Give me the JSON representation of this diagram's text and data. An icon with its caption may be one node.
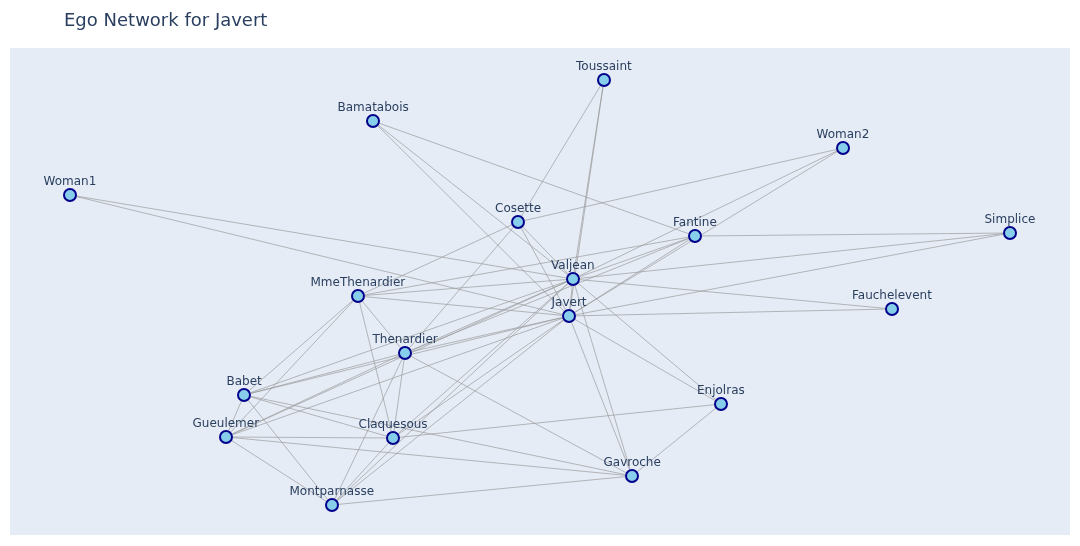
{
  "diagram": {
    "title": "Ego Network for Javert",
    "nodes": [
      {
        "text": [
          "Toussaint"
        ]
      },
      {
        "text": [
          "Bamatabois"
        ]
      },
      {
        "text": [
          "Woman2"
        ]
      },
      {
        "text": [
          "Woman1"
        ]
      },
      {
        "text": [
          "Cosette"
        ]
      },
      {
        "text": [
          "Fantine"
        ]
      },
      {
        "text": [
          "Simplice"
        ]
      },
      {
        "text": [
          "Valjean"
        ]
      },
      {
        "text": [
          "MmeThenardier"
        ]
      },
      {
        "text": [
          "Javert"
        ]
      },
      {
        "text": [
          "Fauchelevent"
        ]
      },
      {
        "text": [
          "Thenardier"
        ]
      },
      {
        "text": [
          "Babet"
        ]
      },
      {
        "text": [
          "Enjolras"
        ]
      },
      {
        "text": [
          "Gueulemer"
        ]
      },
      {
        "text": [
          "Claquesous"
        ]
      },
      {
        "text": [
          "Gavroche"
        ]
      },
      {
        "text": [
          "Montparnasse"
        ]
      }
    ],
    "edges": [
      {
        "from": 0,
        "to": 4,
        "arrow": "none"
      },
      {
        "from": 0,
        "to": 7,
        "arrow": "none"
      },
      {
        "from": 0,
        "to": 9,
        "arrow": "none"
      },
      {
        "from": 1,
        "to": 5,
        "arrow": "none"
      },
      {
        "from": 1,
        "to": 7,
        "arrow": "none"
      },
      {
        "from": 1,
        "to": 9,
        "arrow": "none"
      },
      {
        "from": 2,
        "to": 4,
        "arrow": "none"
      },
      {
        "from": 2,
        "to": 7,
        "arrow": "none"
      },
      {
        "from": 2,
        "to": 9,
        "arrow": "none"
      },
      {
        "from": 3,
        "to": 7,
        "arrow": "none"
      },
      {
        "from": 3,
        "to": 9,
        "arrow": "none"
      },
      {
        "from": 4,
        "to": 7,
        "arrow": "none"
      },
      {
        "from": 4,
        "to": 9,
        "arrow": "none"
      },
      {
        "from": 4,
        "to": 8,
        "arrow": "none"
      },
      {
        "from": 4,
        "to": 11,
        "arrow": "none"
      },
      {
        "from": 5,
        "to": 6,
        "arrow": "none"
      },
      {
        "from": 5,
        "to": 7,
        "arrow": "none"
      },
      {
        "from": 5,
        "to": 9,
        "arrow": "none"
      },
      {
        "from": 5,
        "to": 8,
        "arrow": "none"
      },
      {
        "from": 5,
        "to": 11,
        "arrow": "none"
      },
      {
        "from": 6,
        "to": 7,
        "arrow": "none"
      },
      {
        "from": 6,
        "to": 9,
        "arrow": "none"
      },
      {
        "from": 7,
        "to": 9,
        "arrow": "none"
      },
      {
        "from": 7,
        "to": 8,
        "arrow": "none"
      },
      {
        "from": 7,
        "to": 10,
        "arrow": "none"
      },
      {
        "from": 7,
        "to": 11,
        "arrow": "none"
      },
      {
        "from": 7,
        "to": 12,
        "arrow": "none"
      },
      {
        "from": 7,
        "to": 14,
        "arrow": "none"
      },
      {
        "from": 7,
        "to": 15,
        "arrow": "none"
      },
      {
        "from": 7,
        "to": 17,
        "arrow": "none"
      },
      {
        "from": 7,
        "to": 16,
        "arrow": "none"
      },
      {
        "from": 7,
        "to": 13,
        "arrow": "none"
      },
      {
        "from": 9,
        "to": 8,
        "arrow": "none"
      },
      {
        "from": 9,
        "to": 10,
        "arrow": "none"
      },
      {
        "from": 9,
        "to": 11,
        "arrow": "none"
      },
      {
        "from": 9,
        "to": 12,
        "arrow": "none"
      },
      {
        "from": 9,
        "to": 14,
        "arrow": "none"
      },
      {
        "from": 9,
        "to": 15,
        "arrow": "none"
      },
      {
        "from": 9,
        "to": 17,
        "arrow": "none"
      },
      {
        "from": 9,
        "to": 16,
        "arrow": "none"
      },
      {
        "from": 9,
        "to": 13,
        "arrow": "none"
      },
      {
        "from": 8,
        "to": 11,
        "arrow": "none"
      },
      {
        "from": 8,
        "to": 12,
        "arrow": "none"
      },
      {
        "from": 8,
        "to": 14,
        "arrow": "none"
      },
      {
        "from": 8,
        "to": 15,
        "arrow": "none"
      },
      {
        "from": 11,
        "to": 12,
        "arrow": "none"
      },
      {
        "from": 11,
        "to": 14,
        "arrow": "none"
      },
      {
        "from": 11,
        "to": 15,
        "arrow": "none"
      },
      {
        "from": 11,
        "to": 17,
        "arrow": "none"
      },
      {
        "from": 11,
        "to": 16,
        "arrow": "none"
      },
      {
        "from": 12,
        "to": 14,
        "arrow": "none"
      },
      {
        "from": 12,
        "to": 15,
        "arrow": "none"
      },
      {
        "from": 12,
        "to": 17,
        "arrow": "none"
      },
      {
        "from": 12,
        "to": 16,
        "arrow": "none"
      },
      {
        "from": 14,
        "to": 15,
        "arrow": "none"
      },
      {
        "from": 14,
        "to": 17,
        "arrow": "none"
      },
      {
        "from": 14,
        "to": 16,
        "arrow": "none"
      },
      {
        "from": 15,
        "to": 17,
        "arrow": "none"
      },
      {
        "from": 15,
        "to": 13,
        "arrow": "none"
      },
      {
        "from": 17,
        "to": 16,
        "arrow": "none"
      },
      {
        "from": 16,
        "to": 13,
        "arrow": "none"
      }
    ]
  }
}
